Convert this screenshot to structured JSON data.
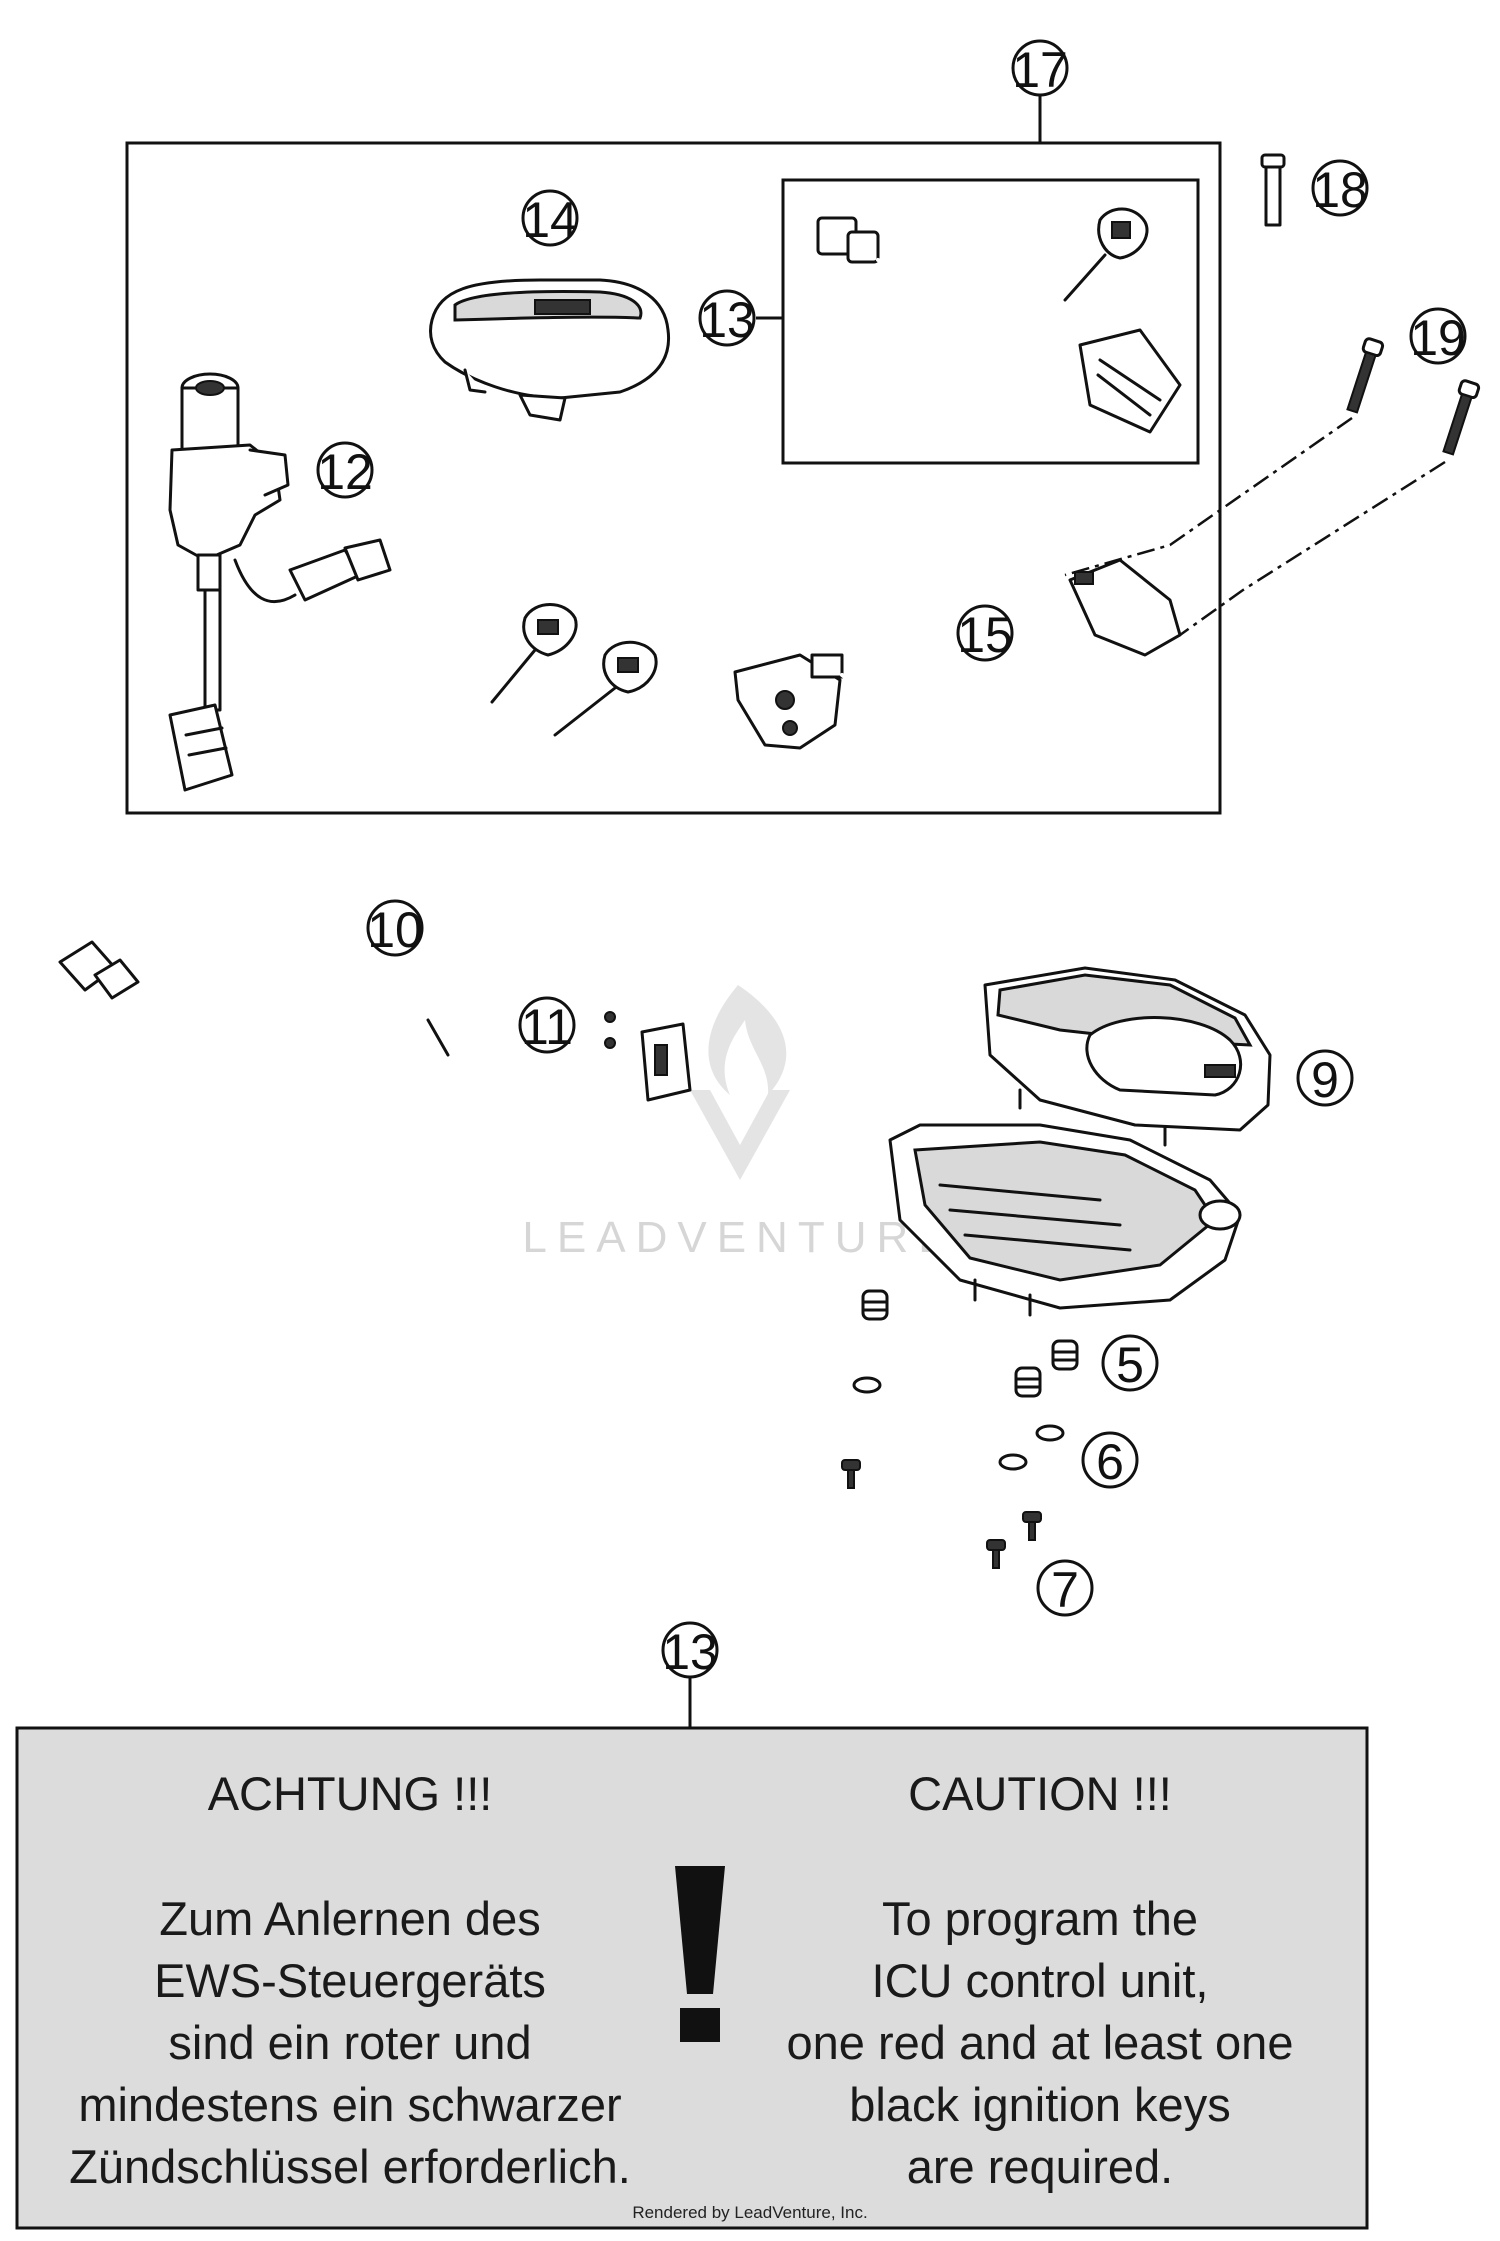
{
  "callouts": {
    "c17": "17",
    "c18": "18",
    "c14": "14",
    "c13_top": "13",
    "c19": "19",
    "c12": "12",
    "c15": "15",
    "c10": "10",
    "c11": "11",
    "c9": "9",
    "c5": "5",
    "c6": "6",
    "c7": "7",
    "c13_bottom": "13"
  },
  "caution_box": {
    "german": {
      "heading": "ACHTUNG !!!",
      "lines": [
        "Zum Anlernen des",
        "EWS-Steuergeräts",
        "sind ein roter und",
        "mindestens ein schwarzer",
        "Zündschlüssel erforderlich."
      ]
    },
    "english": {
      "heading": "CAUTION !!!",
      "lines": [
        "To program the",
        "ICU control unit,",
        "one red and at least one",
        "black ignition keys",
        "are required."
      ]
    },
    "background_color": "#dcdcdc"
  },
  "watermark": {
    "text": "LEADVENTURE"
  },
  "credit": "Rendered by LeadVenture, Inc."
}
